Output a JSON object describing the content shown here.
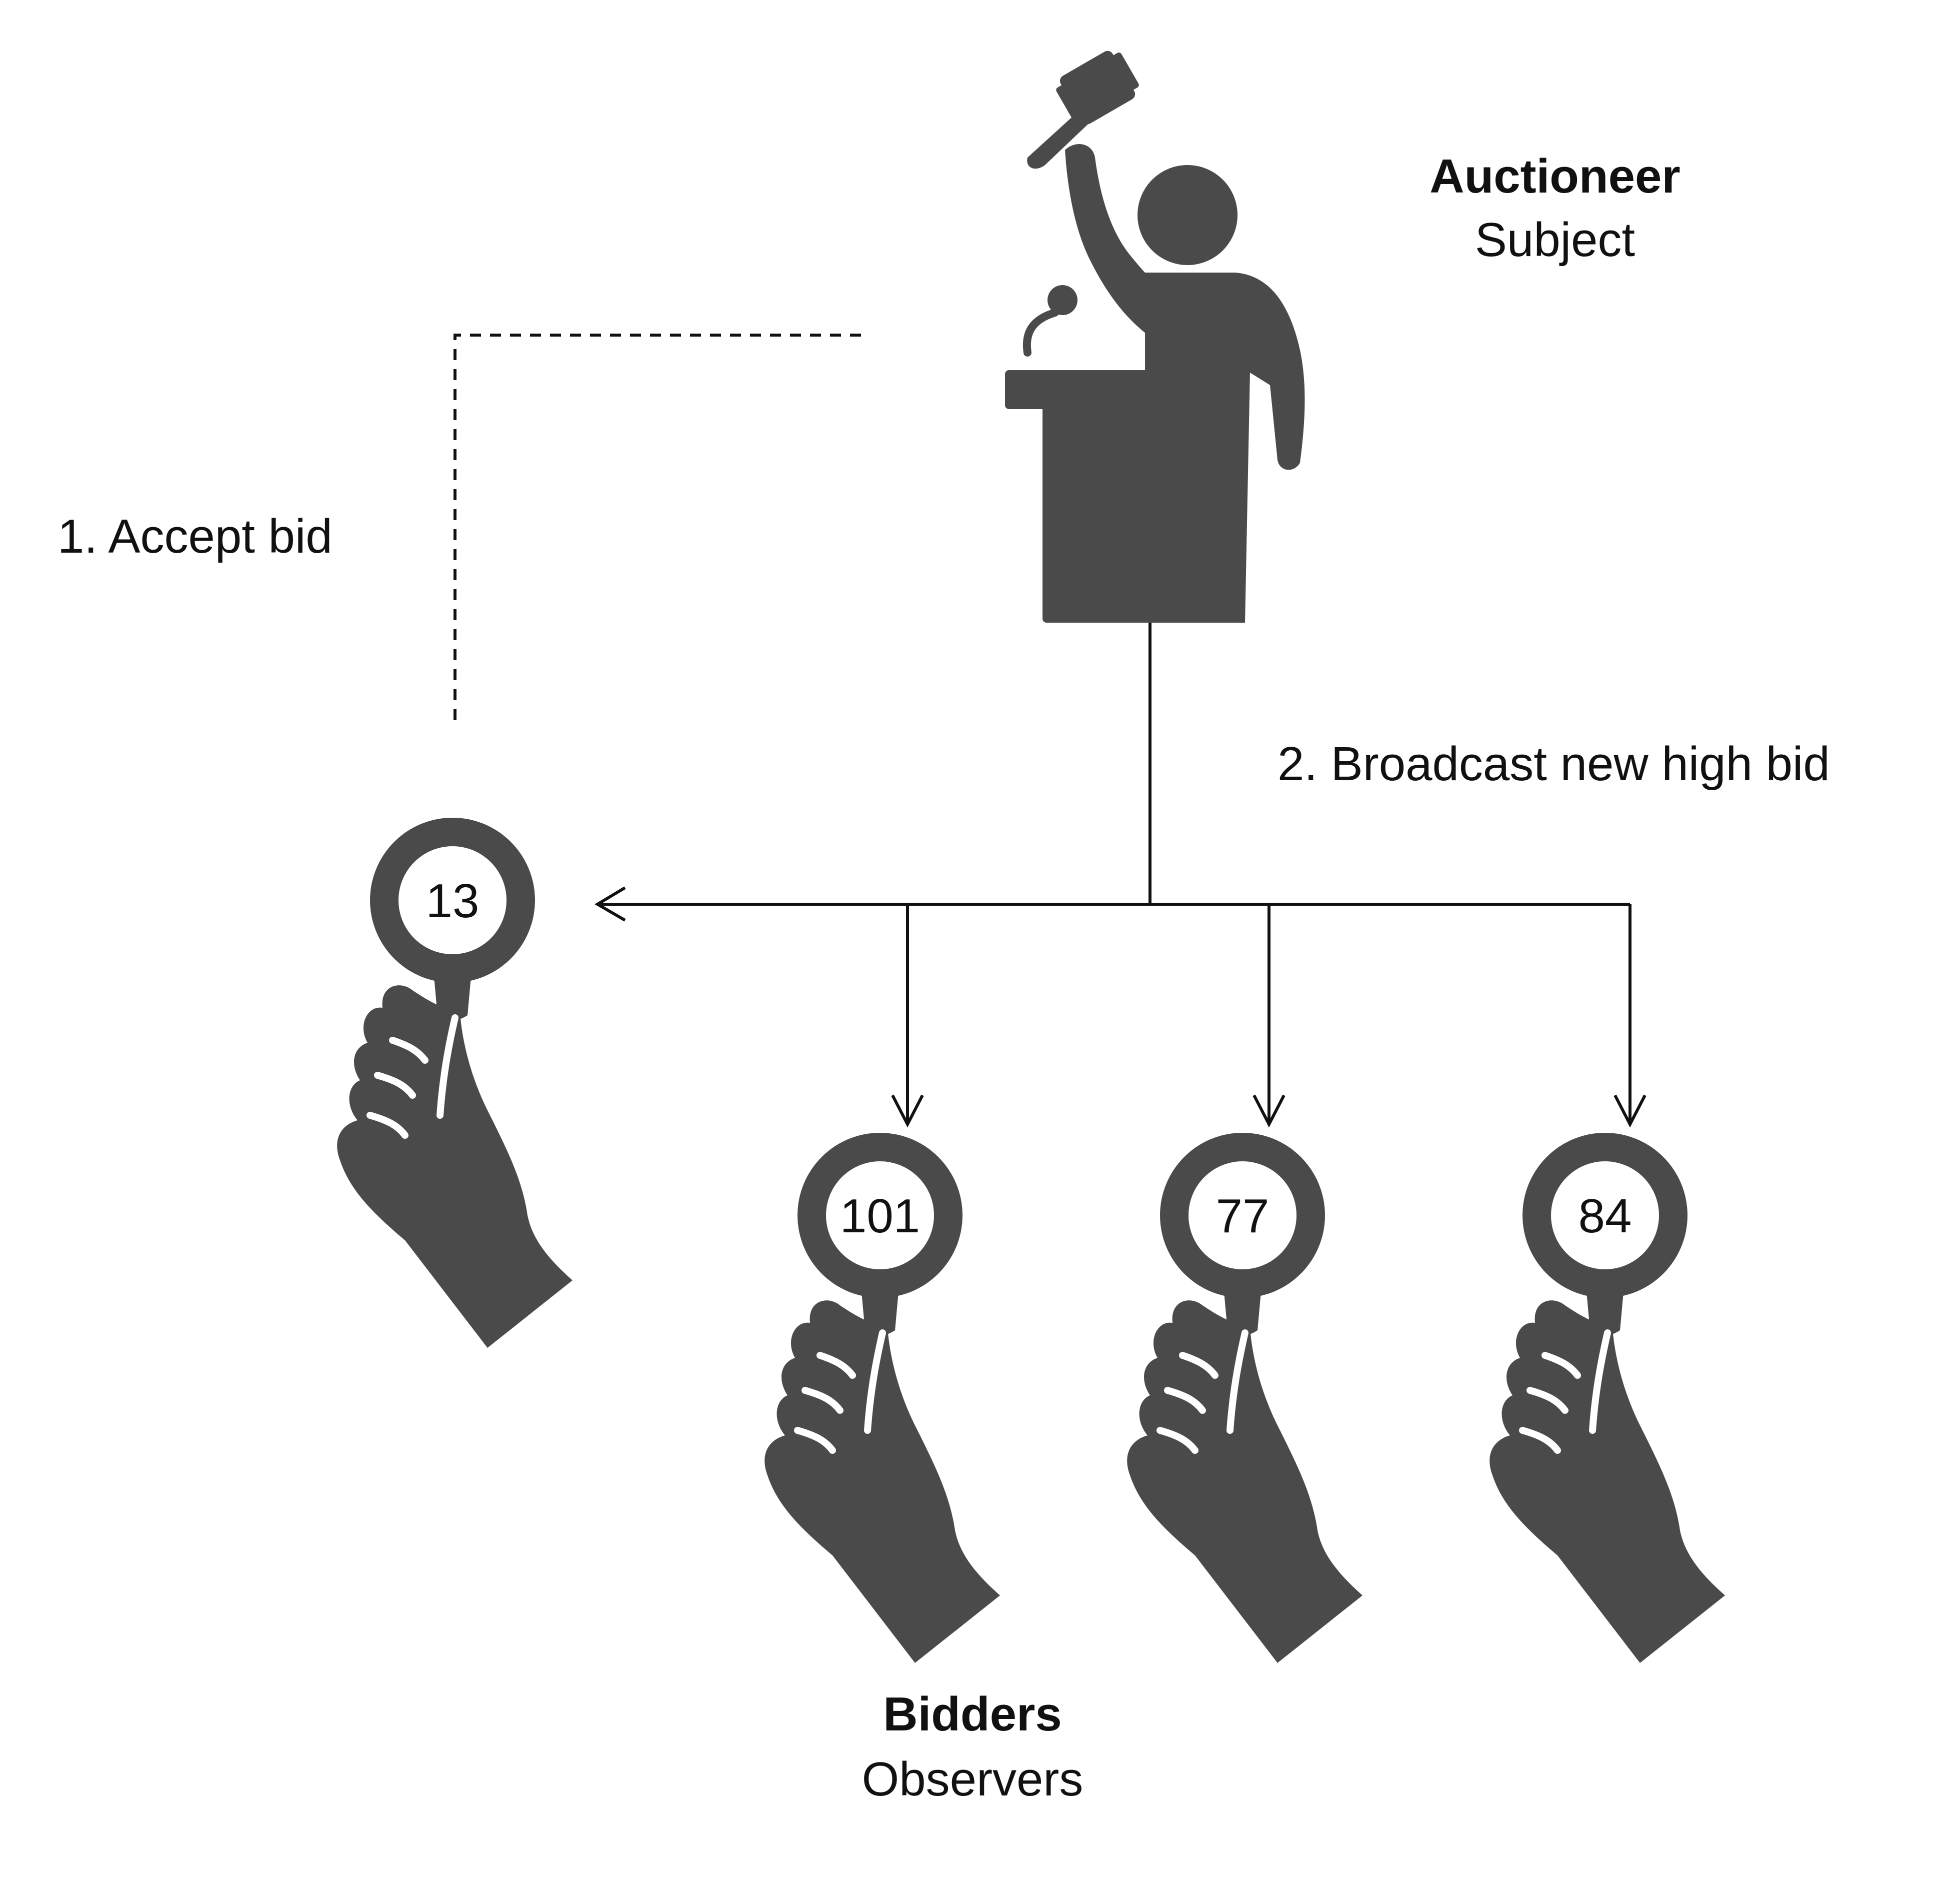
{
  "colors": {
    "icon": "#4a4a4a",
    "line": "#111111",
    "background": "#ffffff"
  },
  "subject": {
    "role": "Auctioneer",
    "pattern_role": "Subject",
    "icon": "auctioneer-at-podium-with-gavel-icon"
  },
  "observers": {
    "role": "Bidders",
    "pattern_role": "Observers"
  },
  "steps": {
    "accept": "1. Accept bid",
    "broadcast": "2. Broadcast new high bid"
  },
  "bidders": [
    {
      "number": "13",
      "icon": "hand-holding-bid-paddle-icon"
    },
    {
      "number": "101",
      "icon": "hand-holding-bid-paddle-icon"
    },
    {
      "number": "77",
      "icon": "hand-holding-bid-paddle-icon"
    },
    {
      "number": "84",
      "icon": "hand-holding-bid-paddle-icon"
    }
  ]
}
